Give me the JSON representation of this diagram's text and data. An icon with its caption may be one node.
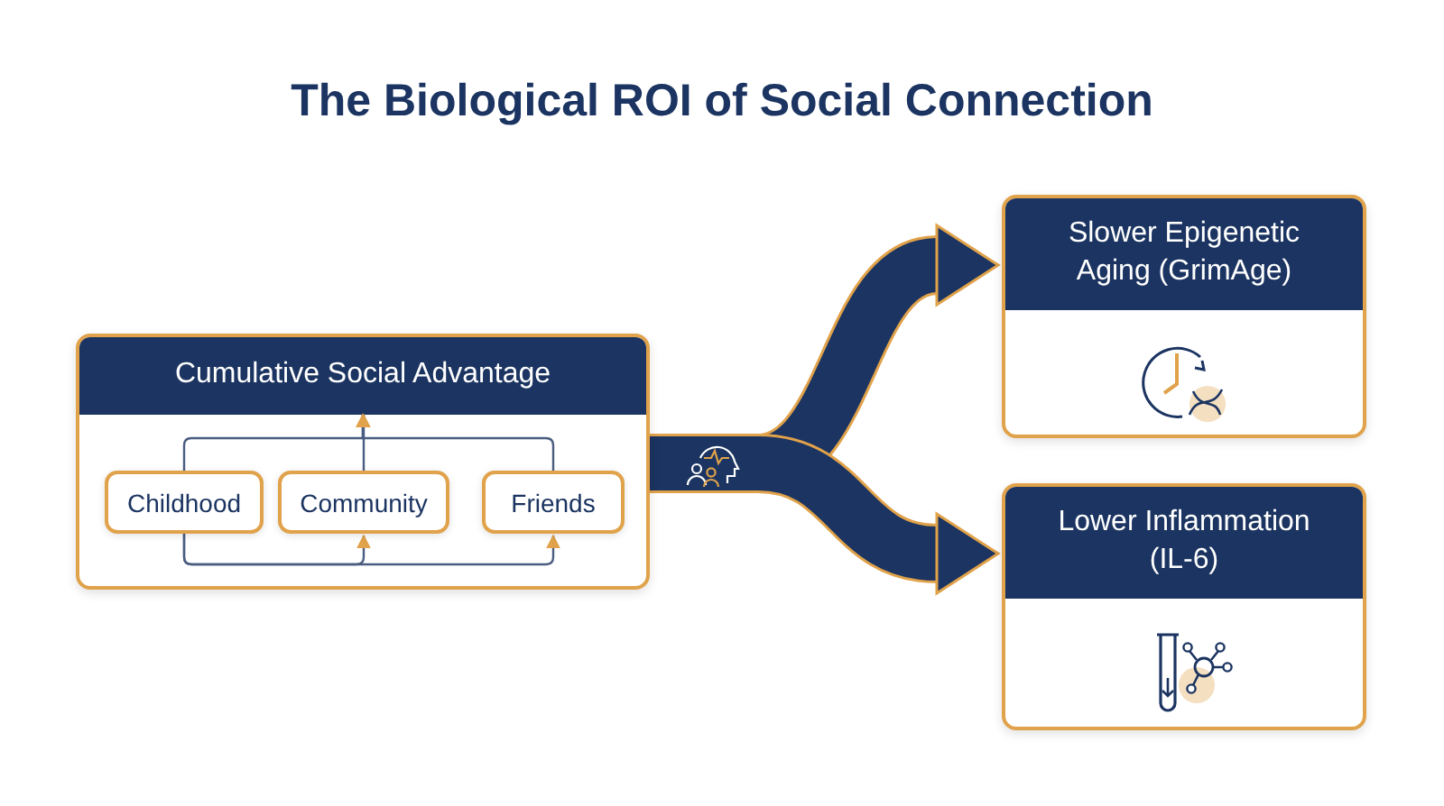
{
  "diagram": {
    "title": "The Biological ROI of Social Connection",
    "nodes": [
      {
        "text": [],
        "shape": "box"
      },
      {
        "text": [
          "Cumulative Social Advantage"
        ],
        "in": 0
      },
      {
        "text": [
          "Childhood"
        ],
        "in": 0
      },
      {
        "text": [
          "Community"
        ],
        "in": 0
      },
      {
        "text": [
          "Friends"
        ],
        "in": 0
      },
      {
        "text": [
          "Slower Epigenetic Aging (GrimAge)"
        ]
      },
      {
        "text": [
          "Lower Inflammation (IL-6)"
        ]
      }
    ],
    "edges": [
      {
        "from": 2,
        "to": 1,
        "arrow": "to"
      },
      {
        "from": 3,
        "to": 1,
        "arrow": "to"
      },
      {
        "from": 4,
        "to": 1,
        "arrow": "to"
      },
      {
        "from": 2,
        "to": 3,
        "arrow": "to"
      },
      {
        "from": 2,
        "to": 4,
        "arrow": "to"
      },
      {
        "from": 0,
        "to": 5,
        "arrow": "to",
        "style": "thick"
      },
      {
        "from": 0,
        "to": 6,
        "arrow": "to",
        "style": "thick"
      }
    ]
  }
}
